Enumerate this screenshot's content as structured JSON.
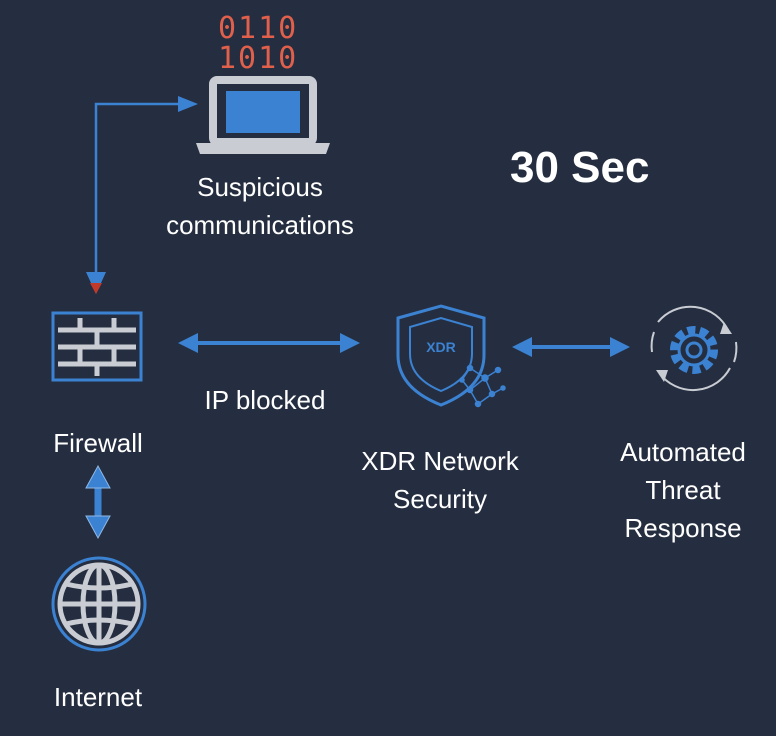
{
  "timer": "30 Sec",
  "binary": [
    "0110",
    "1010"
  ],
  "nodes": {
    "laptop": {
      "label_line1": "Suspicious",
      "label_line2": "communications",
      "icon": "laptop-icon"
    },
    "firewall": {
      "label": "Firewall",
      "icon": "firewall-icon"
    },
    "internet": {
      "label": "Internet",
      "icon": "globe-icon"
    },
    "xdr": {
      "label_line1": "XDR Network",
      "label_line2": "Security",
      "badge": "XDR",
      "icon": "shield-icon"
    },
    "response": {
      "label_line1": "Automated",
      "label_line2": "Threat",
      "label_line3": "Response",
      "icon": "gear-cycle-icon"
    }
  },
  "edges": {
    "firewall_xdr": {
      "label": "IP blocked"
    }
  },
  "colors": {
    "background": "#252e40",
    "accent": "#3c82d2",
    "icon_gray": "#c9ccd2",
    "binary": "#e0604c",
    "arrow_tip": "#c0392b"
  }
}
